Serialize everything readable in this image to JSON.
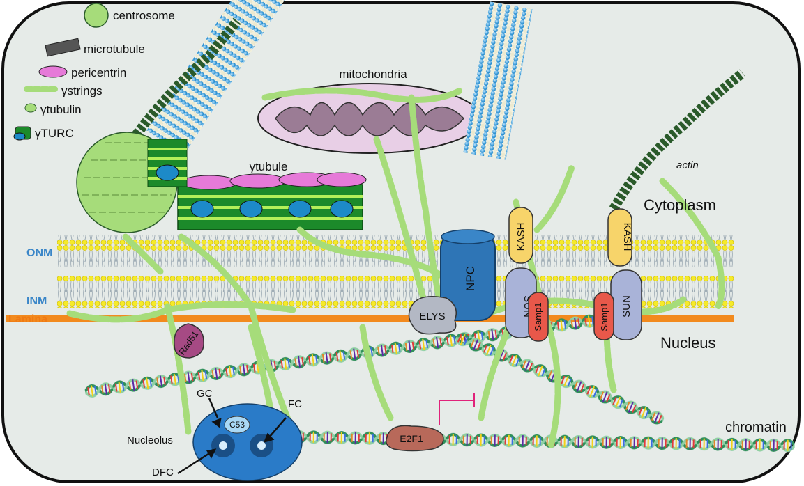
{
  "legend": {
    "centrosome": "centrosome",
    "microtubule": "microtubule",
    "pericentrin": "pericentrin",
    "gamma_strings": "γstrings",
    "gamma_tubulin": "γtubulin",
    "gamma_turc": "γTURC"
  },
  "labels": {
    "mitochondria": "mitochondria",
    "gamma_tubule": "γtubule",
    "actin": "actin",
    "cytoplasm": "Cytoplasm",
    "nucleus": "Nucleus",
    "onm": "ONM",
    "inm": "INM",
    "lamina": "Lamina",
    "npc": "NPC",
    "elys": "ELYS",
    "kash_left": "KASH",
    "kash_right": "KASH",
    "sun_left": "SUN",
    "sun_right": "SUN",
    "samp1_left": "Samp1",
    "samp1_right": "Samp1",
    "rad51": "Rad51",
    "gc": "GC",
    "fc": "FC",
    "c53": "C53",
    "nucleolus": "Nucleolus",
    "dfc": "DFC",
    "e2f1": "E2F1",
    "chromatin": "chromatin"
  },
  "colors": {
    "cell_fill": "#e6ebe8",
    "gamma_tubulin_green": "#a6dc7a",
    "microtubule_blue": "#2e9ad6",
    "pericentrin_pink": "#e67ad8",
    "membrane_yellow": "#f5ea2a",
    "lamina_orange": "#f28a1e",
    "npc_blue": "#2e75b6",
    "kash_yellow": "#f7d46a",
    "sun_blue": "#a9b3d8",
    "samp1_red": "#e8584a",
    "rad51_purple": "#a64a84",
    "elys_grey": "#b3b8c4",
    "nucleolus_blue": "#2a7bc8",
    "e2f1_brown": "#b8695a",
    "mito_pink": "#e8cfe6",
    "onm_inm_blue": "#3a86c8",
    "lamina_text": "#f07a14"
  }
}
